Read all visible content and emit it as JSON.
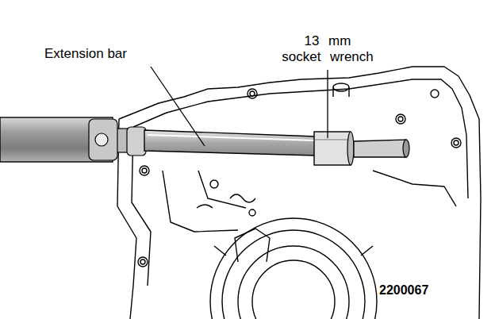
{
  "diagram": {
    "labels": [
      "Extension bar",
      "13 mm socket wrench",
      "2200067"
    ]
  }
}
